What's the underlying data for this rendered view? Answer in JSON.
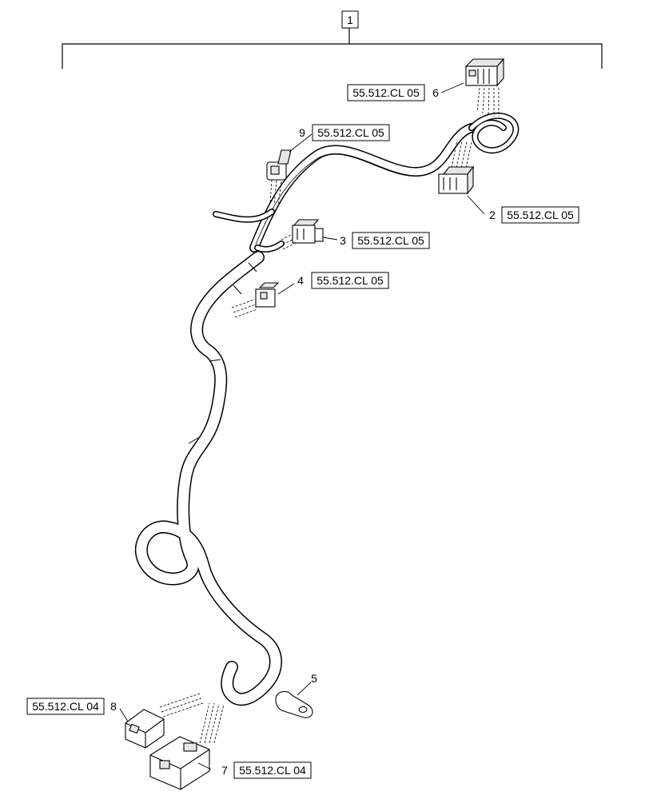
{
  "assembly": {
    "item": "1"
  },
  "callouts": [
    {
      "id": "c6",
      "number": "6",
      "ref": "55.512.CL 05"
    },
    {
      "id": "c9",
      "number": "9",
      "ref": "55.512.CL 05"
    },
    {
      "id": "c2",
      "number": "2",
      "ref": "55.512.CL 05"
    },
    {
      "id": "c3",
      "number": "3",
      "ref": "55.512.CL 05"
    },
    {
      "id": "c4",
      "number": "4",
      "ref": "55.512.CL 05"
    },
    {
      "id": "c5",
      "number": "5",
      "ref": ""
    },
    {
      "id": "c8",
      "number": "8",
      "ref": "55.512.CL 04"
    },
    {
      "id": "c7",
      "number": "7",
      "ref": "55.512.CL 04"
    }
  ],
  "colors": {
    "line": "#000000",
    "fill": "#ffffff",
    "shade": "#e6e6e6"
  }
}
